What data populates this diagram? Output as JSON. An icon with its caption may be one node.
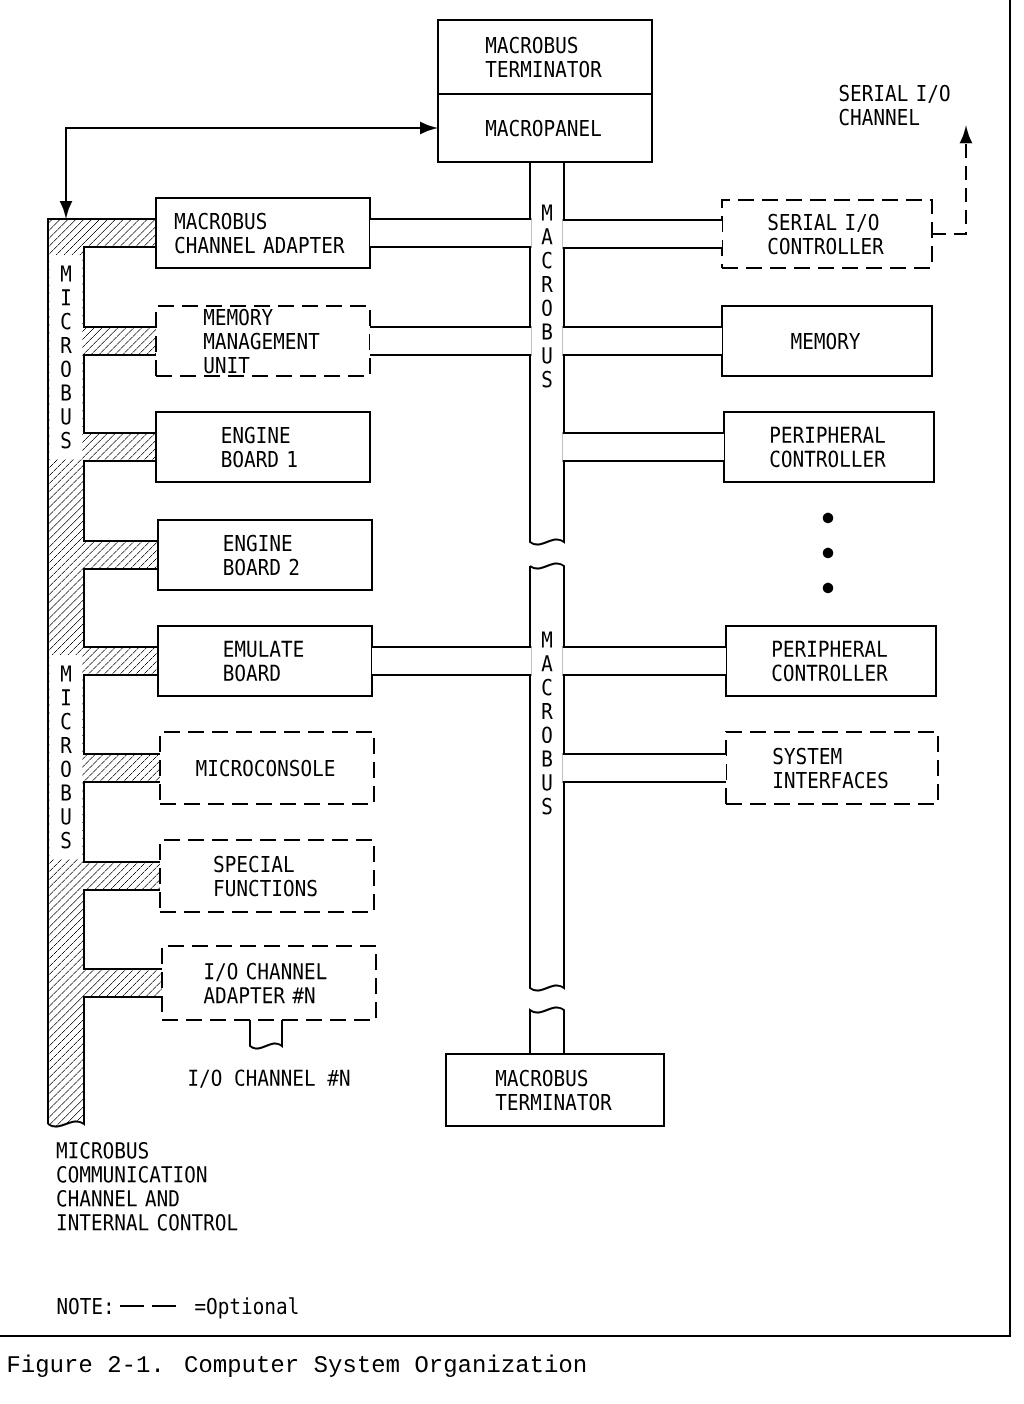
{
  "diagram": {
    "caption": "Figure 2-1. Computer System Organization",
    "nodes": [
      {
        "text": [
          "MACROBUS TERMINATOR"
        ]
      },
      {
        "text": [
          "MACROPANEL"
        ]
      },
      {
        "text": [
          "SERIAL I/O CHANNEL"
        ]
      },
      {
        "text": [
          "MICROBUS",
          "MICROBUS"
        ],
        "beside": [
          "MICROBUS COMMUNICATION CHANNEL AND INTERNAL CONTROL"
        ]
      },
      {
        "text": [
          "MACROBUS CHANNEL ADAPTER"
        ]
      },
      {
        "text": [
          "MACROBUS",
          "MACROBUS"
        ]
      },
      {
        "text": [
          "SERIAL I/O CONTROLLER"
        ]
      },
      {
        "text": [
          "MEMORY MANAGEMENT UNIT"
        ]
      },
      {
        "text": [
          "MEMORY"
        ]
      },
      {
        "text": [
          "ENGINE BOARD 1"
        ]
      },
      {
        "text": [
          "PERIPHERAL CONTROLLER"
        ]
      },
      {
        "text": [
          "ENGINE BOARD 2"
        ]
      },
      {
        "text": [
          "EMULATE BOARD"
        ]
      },
      {
        "text": [
          "PERIPHERAL CONTROLLER"
        ]
      },
      {
        "text": [
          "MICROCONSOLE"
        ]
      },
      {
        "text": [
          "SYSTEM INTERFACES"
        ]
      },
      {
        "text": [
          "SPECIAL FUNCTIONS"
        ]
      },
      {
        "text": [
          "I/O CHANNEL ADAPTER #N"
        ]
      },
      {
        "text": [
          "MACROBUS TERMINATOR"
        ]
      }
    ],
    "edges": [
      {
        "from": 1,
        "to": 3,
        "arrow": "both"
      },
      {
        "from": 4,
        "to": 5,
        "arrow": "none"
      },
      {
        "from": 5,
        "to": 6,
        "arrow": "none"
      },
      {
        "from": 6,
        "to": 2,
        "arrow": "to",
        "style": "dashed"
      },
      {
        "from": 7,
        "to": 5,
        "arrow": "none"
      },
      {
        "from": 5,
        "to": 8,
        "arrow": "none"
      },
      {
        "from": 5,
        "to": 10,
        "arrow": "none"
      },
      {
        "from": 12,
        "to": 5,
        "arrow": "none"
      },
      {
        "from": 5,
        "to": 13,
        "arrow": "none"
      },
      {
        "from": 5,
        "to": 15,
        "arrow": "none"
      }
    ],
    "labels": [
      "I/O CHANNEL #N",
      "NOTE:"
    ],
    "legend": [
      {
        "text": "=Optional"
      }
    ]
  }
}
